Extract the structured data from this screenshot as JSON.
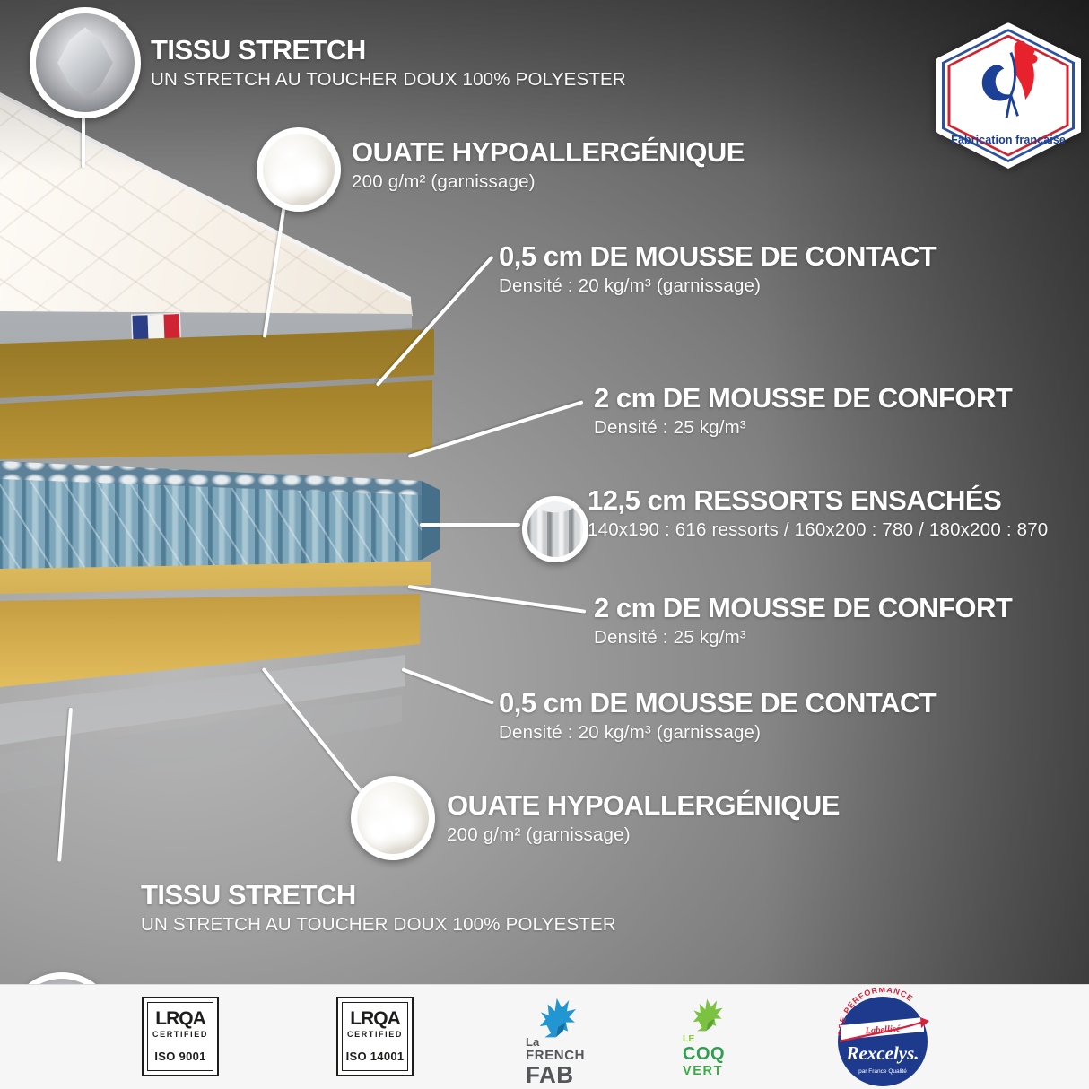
{
  "badge": {
    "label": "Fabrication française"
  },
  "callouts": [
    {
      "id": "tissu-top",
      "title": "TISSU STRETCH",
      "subtitle": "UN STRETCH AU TOUCHER DOUX 100% POLYESTER"
    },
    {
      "id": "ouate-top",
      "title": "OUATE HYPOALLERGÉNIQUE",
      "subtitle": "200 g/m² (garnissage)"
    },
    {
      "id": "contact-top",
      "title": "0,5 cm DE MOUSSE DE CONTACT",
      "subtitle": "Densité : 20 kg/m³ (garnissage)"
    },
    {
      "id": "confort-top",
      "title": "2 cm DE MOUSSE DE CONFORT",
      "subtitle": "Densité : 25 kg/m³"
    },
    {
      "id": "ressorts",
      "title": "12,5 cm RESSORTS ENSACHÉS",
      "subtitle": "140x190 : 616 ressorts / 160x200 : 780 / 180x200 : 870"
    },
    {
      "id": "confort-bot",
      "title": "2 cm DE MOUSSE DE CONFORT",
      "subtitle": "Densité : 25 kg/m³"
    },
    {
      "id": "contact-bot",
      "title": "0,5 cm DE MOUSSE DE CONTACT",
      "subtitle": "Densité : 20 kg/m³ (garnissage)"
    },
    {
      "id": "ouate-bot",
      "title": "OUATE HYPOALLERGÉNIQUE",
      "subtitle": "200 g/m² (garnissage)"
    },
    {
      "id": "tissu-bot",
      "title": "TISSU STRETCH",
      "subtitle": "UN STRETCH AU TOUCHER DOUX 100% POLYESTER"
    }
  ],
  "footer": {
    "lrqa_9001": {
      "brand": "LRQA",
      "certified": "CERTIFIED",
      "iso": "ISO 9001"
    },
    "lrqa_14001": {
      "brand": "LRQA",
      "certified": "CERTIFIED",
      "iso": "ISO 14001"
    },
    "french_fab": {
      "la": "La",
      "french": "FRENCH",
      "fab": "FAB"
    },
    "coq_vert": {
      "le": "LE",
      "coq": "COQ",
      "vert": "VERT"
    },
    "rexcelys": {
      "arc": "RSE PERFORMANCE",
      "label": "Labellisé",
      "brand": "Rexcelys.",
      "sub": "par France Qualité"
    }
  },
  "colors": {
    "callout_text": "#ffffff",
    "gold_foam": "#d3ab45",
    "springs_teal": "#7ea7bc",
    "cover_gray": "#9ba0a5",
    "badge_blue": "#1c3f94",
    "badge_red": "#cf2332",
    "french_fab_blue": "#2196d2",
    "coq_vert_green": "#7cc242",
    "rexcelys_navy": "#1e3a8c",
    "rexcelys_red": "#d6223c",
    "lrqa_black": "#1d1d1b",
    "flag_blue": "#2c3e86",
    "flag_red": "#cf2434"
  }
}
